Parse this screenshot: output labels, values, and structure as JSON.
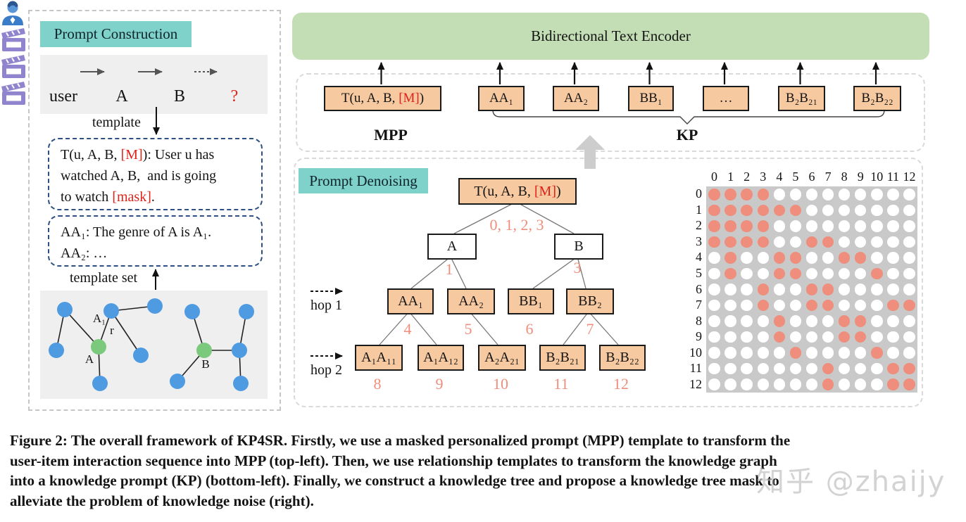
{
  "colors": {
    "teal": "#7ed2c9",
    "encoder_green": "#c3deb5",
    "token_orange": "#f6c9a1",
    "accent_red": "#e02318",
    "salmon": "#ef8e7c",
    "matrix_gray": "#c9c9c9",
    "dot_white": "#ffffff",
    "graph_blue": "#4f9be2",
    "graph_green": "#7bc97c",
    "icon_purple": "#9184ce",
    "user_blue": "#3b7cc9",
    "panel_gray_bg": "#efeff0",
    "template_border_navy": "#2d4f84",
    "watermark_gray": "#b9b9b9"
  },
  "panels": {
    "prompt_construction": {
      "title": "Prompt Construction",
      "sequence": {
        "items": [
          {
            "icon": "user-icon",
            "label": "user"
          },
          {
            "icon": "clapperboard-icon",
            "label": "A"
          },
          {
            "icon": "clapperboard-icon",
            "label": "B"
          },
          {
            "icon": "clapperboard-icon",
            "label": "?",
            "red": true
          }
        ]
      },
      "template_label": "template",
      "mpp_template_lines": [
        [
          {
            "t": "T(u, A, B, "
          },
          {
            "t": "[M]",
            "red": true
          },
          {
            "t": "): User u has"
          }
        ],
        [
          {
            "t": "watched A, B,  and is going"
          }
        ],
        [
          {
            "t": "to watch "
          },
          {
            "t": "[mask]",
            "red": true
          },
          {
            "t": "."
          }
        ]
      ],
      "kp_template_lines": [
        "AA₁: The genre of A is A₁.",
        "AA₂: …"
      ],
      "template_set_label": "template set",
      "knowledge_graph": {
        "nodes": [
          {
            "color": "blue"
          },
          {
            "color": "blue",
            "label": "A₁"
          },
          {
            "color": "blue"
          },
          {
            "color": "blue"
          },
          {
            "color": "green",
            "label": "A"
          },
          {
            "color": "blue"
          },
          {
            "color": "blue"
          },
          {
            "color": "blue"
          },
          {
            "color": "blue"
          },
          {
            "color": "green",
            "label": "B"
          },
          {
            "color": "blue"
          },
          {
            "color": "blue"
          },
          {
            "color": "blue"
          }
        ],
        "edges": [
          [
            0,
            3
          ],
          [
            0,
            4
          ],
          [
            1,
            4
          ],
          [
            1,
            2
          ],
          [
            1,
            5
          ],
          [
            4,
            6
          ],
          [
            7,
            9
          ],
          [
            9,
            11
          ],
          [
            9,
            10
          ],
          [
            10,
            8
          ],
          [
            10,
            12
          ]
        ],
        "relation_label": "r"
      }
    },
    "encoder": {
      "title": "Bidirectional Text Encoder",
      "tokens": [
        {
          "pre": "T(u, A, B, ",
          "red": "[M]",
          "post": ")"
        },
        {
          "pre": "AA₁"
        },
        {
          "pre": "AA₂"
        },
        {
          "pre": "BB₁"
        },
        {
          "pre": "…"
        },
        {
          "pre": "B₂B₂₁"
        },
        {
          "pre": "B₂B₂₂"
        }
      ],
      "mpp_label": "MPP",
      "kp_label": "KP"
    },
    "prompt_denoising": {
      "title": "Prompt Denoising",
      "hop1_label": "hop 1",
      "hop2_label": "hop 2",
      "tree": {
        "nodes": [
          {
            "pre": "T(u, A, B, ",
            "red": "[M]",
            "post": ")",
            "style": "orange"
          },
          {
            "pre": "A",
            "style": "white"
          },
          {
            "pre": "B",
            "style": "white"
          },
          {
            "pre": "AA₁",
            "style": "orange"
          },
          {
            "pre": "AA₂",
            "style": "orange"
          },
          {
            "pre": "BB₁",
            "style": "orange"
          },
          {
            "pre": "BB₂",
            "style": "orange"
          },
          {
            "pre": "A₁A₁₁",
            "style": "orange"
          },
          {
            "pre": "A₁A₁₂",
            "style": "orange"
          },
          {
            "pre": "A₂A₂₁",
            "style": "orange"
          },
          {
            "pre": "B₂B₂₁",
            "style": "orange"
          },
          {
            "pre": "B₂B₂₂",
            "style": "orange"
          }
        ],
        "edges": [
          [
            0,
            1
          ],
          [
            0,
            2
          ],
          [
            1,
            3
          ],
          [
            1,
            4
          ],
          [
            2,
            5
          ],
          [
            2,
            6
          ],
          [
            3,
            7
          ],
          [
            3,
            8
          ],
          [
            4,
            9
          ],
          [
            6,
            10
          ],
          [
            6,
            11
          ]
        ],
        "edge_labels": [
          "0, 1, 2, 3",
          "1",
          "3",
          "4",
          "5",
          "6",
          "7",
          "8",
          "9",
          "10",
          "11",
          "12"
        ]
      },
      "mask_matrix": {
        "col_headers": [
          "0",
          "1",
          "2",
          "3",
          "4",
          "5",
          "6",
          "7",
          "8",
          "9",
          "10",
          "11",
          "12"
        ],
        "row_headers": [
          "0",
          "1",
          "2",
          "3",
          "4",
          "5",
          "6",
          "7",
          "8",
          "9",
          "10",
          "11",
          "12"
        ],
        "filled_cols_by_row": [
          [
            0,
            1,
            2,
            3
          ],
          [
            0,
            1,
            2,
            3,
            4,
            5
          ],
          [
            0,
            1,
            2,
            3
          ],
          [
            0,
            1,
            2,
            3,
            6,
            7
          ],
          [
            1,
            4,
            5,
            8,
            9
          ],
          [
            1,
            4,
            5,
            10
          ],
          [
            3,
            6,
            7
          ],
          [
            3,
            6,
            7,
            11,
            12
          ],
          [
            4,
            8,
            9
          ],
          [
            4,
            8,
            9
          ],
          [
            5,
            10
          ],
          [
            7,
            11,
            12
          ],
          [
            7,
            11,
            12
          ]
        ]
      }
    }
  },
  "caption_lines": [
    "Figure 2: The overall framework of KP4SR. Firstly, we use a masked personalized prompt (MPP) template to transform the",
    "user-item interaction sequence into MPP (top-left). Then, we use relationship templates to transform the knowledge graph",
    "into a knowledge prompt (KP) (bottom-left). Finally, we construct a knowledge tree and propose a knowledge tree mask to",
    "alleviate the problem of knowledge noise (right)."
  ],
  "watermark": "知乎 @zhaijy"
}
